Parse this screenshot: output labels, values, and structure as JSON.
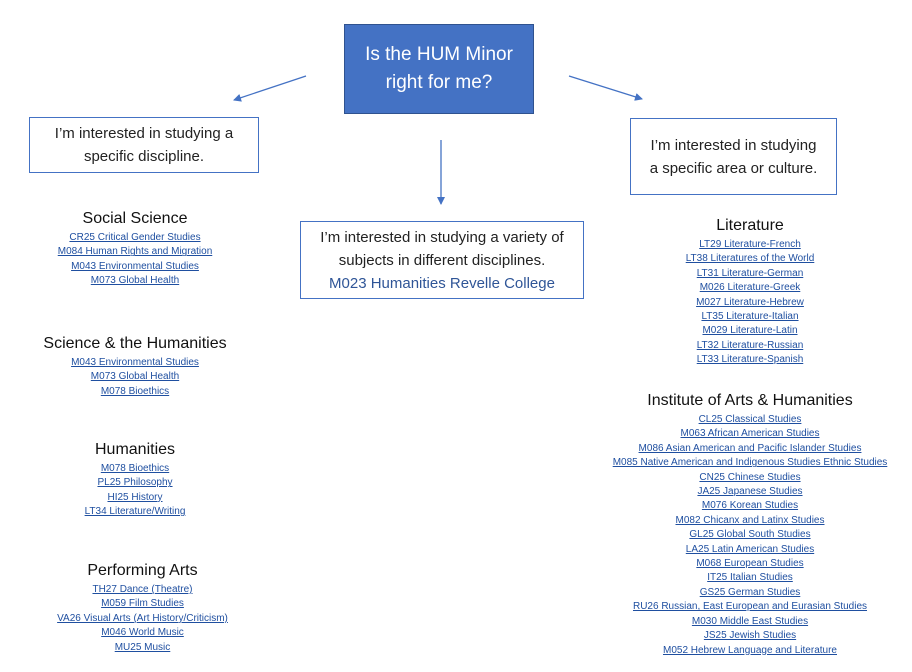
{
  "title": "Is the HUM Minor right for me?",
  "left_box": "I’m interested in studying a specific discipline.",
  "middle_box": {
    "text": "I’m interested in studying a variety of subjects in different disciplines.",
    "link": "M023 Humanities Revelle College"
  },
  "right_box": "I’m interested in studying a specific area or culture.",
  "left_sections": [
    {
      "title": "Social Science",
      "links": [
        "CR25 Critical Gender Studies",
        "M084 Human Rights and Migration",
        "M043 Environmental Studies",
        "M073 Global Health"
      ]
    },
    {
      "title": "Science & the Humanities",
      "links": [
        "M043 Environmental Studies",
        "M073 Global Health",
        "M078 Bioethics"
      ]
    },
    {
      "title": "Humanities",
      "links": [
        "M078 Bioethics",
        "PL25 Philosophy",
        "HI25 History",
        "LT34 Literature/Writing"
      ]
    },
    {
      "title": "Performing Arts",
      "links": [
        "TH27 Dance (Theatre)",
        "M059 Film Studies",
        "VA26 Visual Arts (Art History/Criticism)",
        "M046 World Music",
        "MU25 Music"
      ]
    }
  ],
  "right_sections": [
    {
      "title": "Literature",
      "links": [
        "LT29 Literature-French",
        "LT38 Literatures of the World",
        "LT31 Literature-German",
        "M026 Literature-Greek",
        "M027 Literature-Hebrew",
        "LT35 Literature-Italian",
        "M029 Literature-Latin",
        "LT32 Literature-Russian",
        "LT33 Literature-Spanish"
      ]
    },
    {
      "title": "Institute of Arts & Humanities",
      "links": [
        "CL25 Classical Studies",
        "M063 African American Studies",
        "M086 Asian American and Pacific Islander Studies",
        "M085 Native American and Indigenous Studies Ethnic Studies",
        "CN25 Chinese Studies",
        "JA25 Japanese Studies",
        "M076 Korean Studies",
        "M082 Chicanx and Latinx Studies",
        "GL25 Global South Studies",
        "LA25 Latin American Studies",
        "M068 European Studies",
        "IT25 Italian Studies",
        "GS25 German Studies",
        "RU26 Russian, East European and Eurasian Studies",
        "M030 Middle East Studies",
        "JS25 Jewish Studies",
        "M052 Hebrew Language and Literature"
      ]
    }
  ],
  "colors": {
    "box_fill": "#4472c4",
    "link": "#1f4fa0",
    "outline": "#4472c4"
  }
}
